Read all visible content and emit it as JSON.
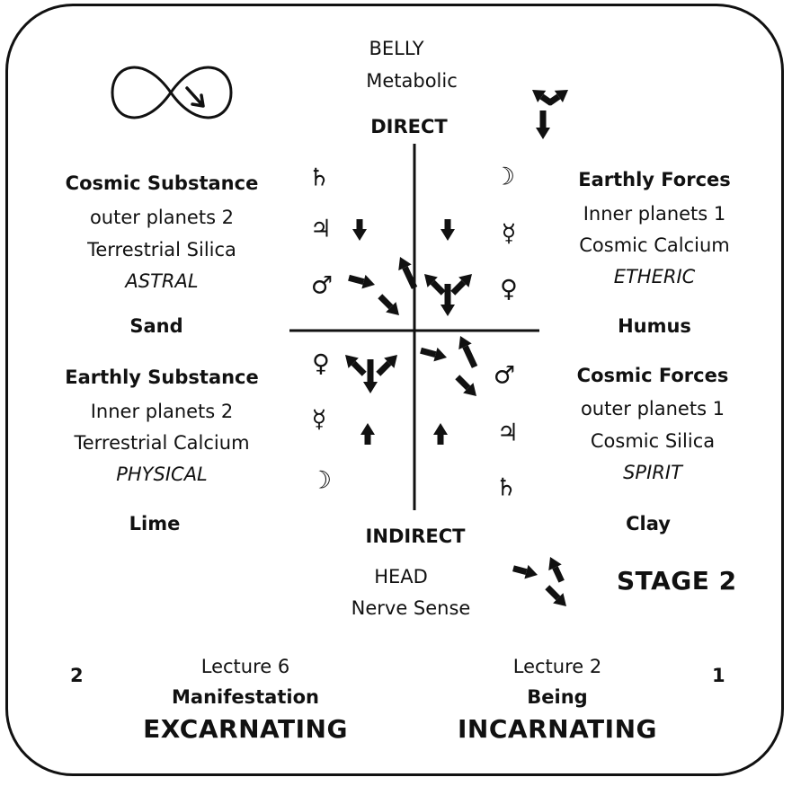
{
  "center": {
    "top": [
      "BELLY",
      "Metabolic"
    ],
    "top_mode": "DIRECT",
    "bottom_mode": "INDIRECT",
    "bottom": [
      "HEAD",
      "Nerve Sense"
    ]
  },
  "quadrants": {
    "top_left": {
      "title": "Cosmic Substance",
      "lines": [
        "outer planets 2",
        "Terrestrial Silica"
      ],
      "body": "ASTRAL",
      "soil": "Sand"
    },
    "top_right": {
      "title": "Earthly Forces",
      "lines": [
        "Inner planets 1",
        "Cosmic Calcium"
      ],
      "body": "ETHERIC",
      "soil": "Humus"
    },
    "bottom_left": {
      "title": "Earthly Substance",
      "lines": [
        "Inner planets 2",
        "Terrestrial Calcium"
      ],
      "body": "PHYSICAL",
      "soil": "Lime"
    },
    "bottom_right": {
      "title": "Cosmic Forces",
      "lines": [
        "outer planets 1",
        "Cosmic Silica"
      ],
      "body": "SPIRIT",
      "soil": "Clay"
    }
  },
  "planets": {
    "top_left": [
      "♄",
      "♃",
      "♂"
    ],
    "top_right": [
      "☽",
      "☿",
      "♀"
    ],
    "bottom_left": [
      "♀",
      "☿",
      "☽"
    ],
    "bottom_right": [
      "♂",
      "♃",
      "♄"
    ]
  },
  "stage_label": "STAGE 2",
  "footer": {
    "left": {
      "number": "2",
      "lecture": "Lecture 6",
      "name": "Manifestation",
      "process": "EXCARNATING"
    },
    "right": {
      "number": "1",
      "lecture": "Lecture 2",
      "name": "Being",
      "process": "INCARNATING"
    }
  },
  "icons": [
    "lemniscate-icon",
    "arrow-icon"
  ],
  "colors": {
    "ink": "#111111",
    "background": "#ffffff"
  }
}
